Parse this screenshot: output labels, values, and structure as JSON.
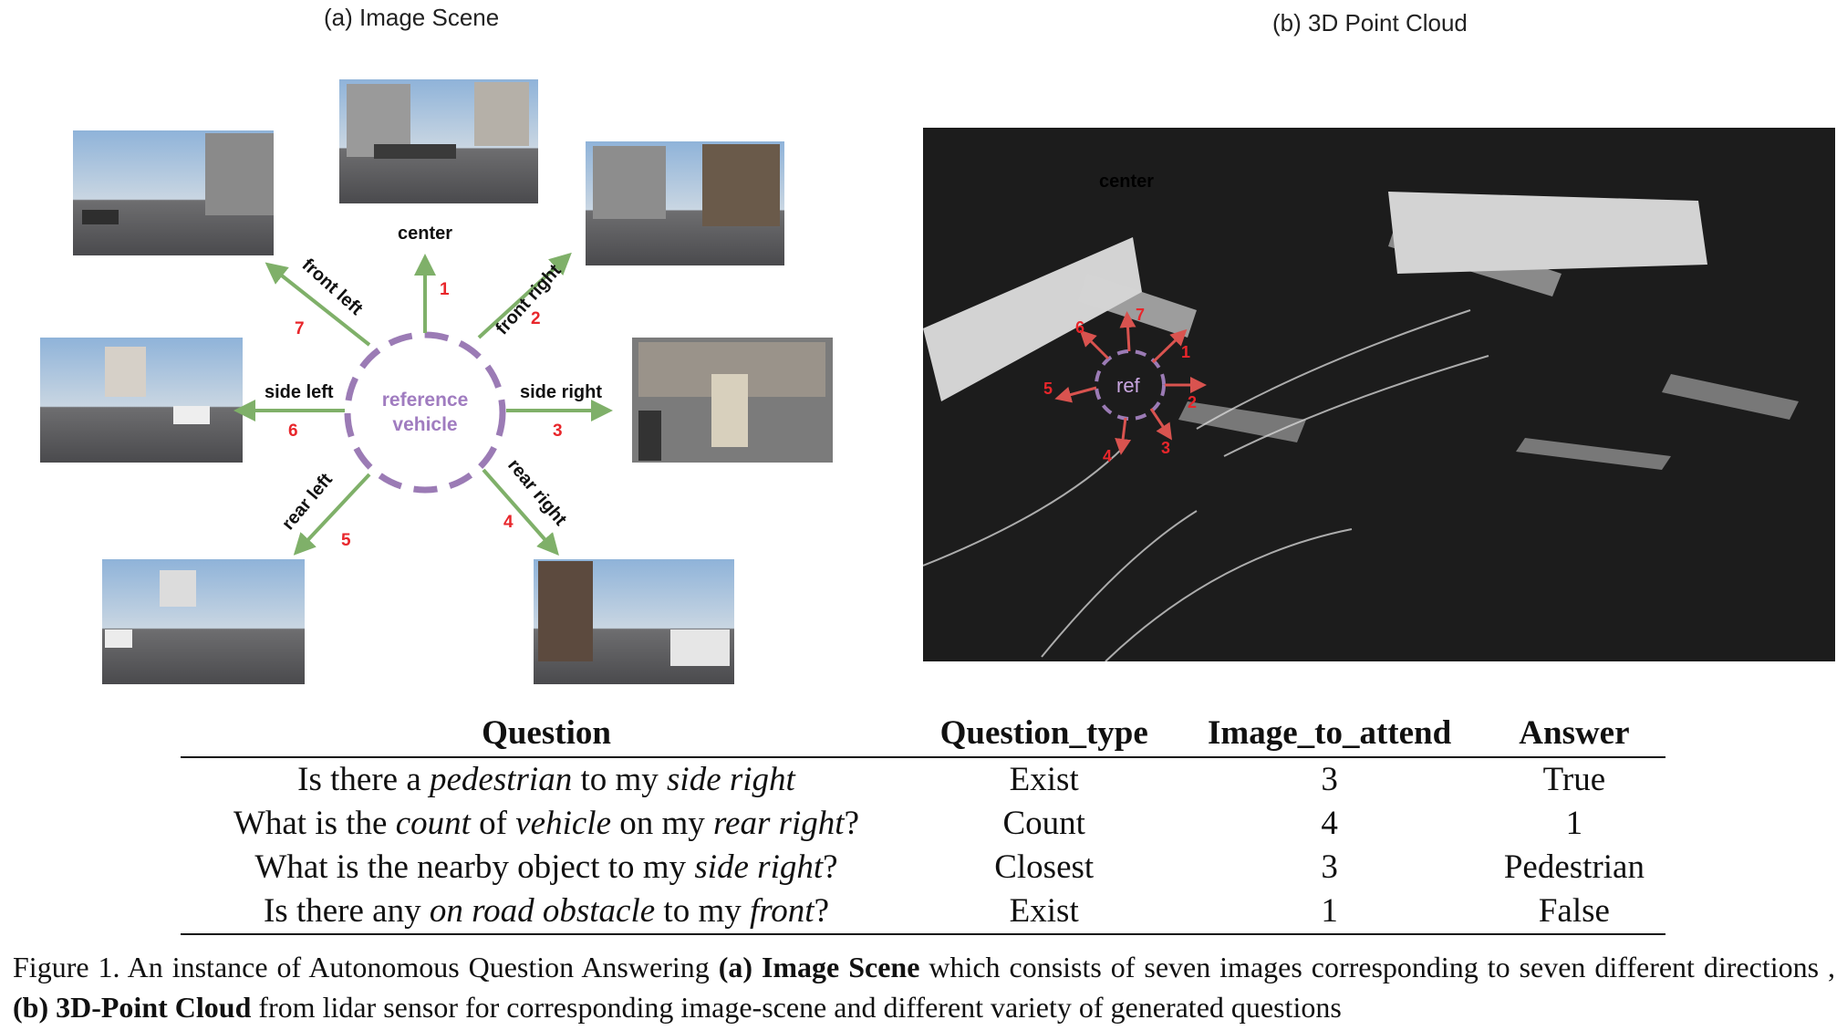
{
  "panel_a": {
    "title": "(a)  Image Scene",
    "center_label": [
      "reference",
      "vehicle"
    ],
    "directions": [
      {
        "label": "center",
        "num": "1"
      },
      {
        "label": "front right",
        "num": "2"
      },
      {
        "label": "side right",
        "num": "3"
      },
      {
        "label": "rear right",
        "num": "4"
      },
      {
        "label": "rear left",
        "num": "5"
      },
      {
        "label": "side left",
        "num": "6"
      },
      {
        "label": "front left",
        "num": "7"
      }
    ]
  },
  "panel_b": {
    "title": "(b) 3D Point Cloud",
    "ref_label": "ref",
    "center_tag": "center",
    "numbers": [
      "1",
      "2",
      "3",
      "4",
      "5",
      "6",
      "7"
    ]
  },
  "table": {
    "headers": [
      "Question",
      "Question_type",
      "Image_to_attend",
      "Answer"
    ],
    "rows": [
      {
        "q_parts": [
          [
            "Is there a ",
            false
          ],
          [
            "pedestrian",
            true
          ],
          [
            " to my ",
            false
          ],
          [
            "side right",
            true
          ]
        ],
        "type": "Exist",
        "image": "3",
        "answer": "True"
      },
      {
        "q_parts": [
          [
            "What is the ",
            false
          ],
          [
            "count",
            true
          ],
          [
            " of ",
            false
          ],
          [
            "vehicle",
            true
          ],
          [
            " on my ",
            false
          ],
          [
            "rear right",
            true
          ],
          [
            "?",
            false
          ]
        ],
        "type": "Count",
        "image": "4",
        "answer": "1"
      },
      {
        "q_parts": [
          [
            "What is the nearby object to my ",
            false
          ],
          [
            "side right",
            true
          ],
          [
            "?",
            false
          ]
        ],
        "type": "Closest",
        "image": "3",
        "answer": "Pedestrian"
      },
      {
        "q_parts": [
          [
            "Is there any ",
            false
          ],
          [
            "on road obstacle",
            true
          ],
          [
            " to my ",
            false
          ],
          [
            "front",
            true
          ],
          [
            "?",
            false
          ]
        ],
        "type": "Exist",
        "image": "1",
        "answer": "False"
      }
    ]
  },
  "caption": {
    "prefix": "Figure 1. An instance of Autonomous Question Answering ",
    "bold_a": "(a) Image Scene",
    "mid": " which consists of seven images corresponding to seven different directions , ",
    "bold_b": "(b) 3D-Point Cloud",
    "suffix": "  from lidar sensor for corresponding image-scene and different variety of generated questions"
  },
  "colors": {
    "arrow_green": "#7fb069",
    "dash_purple": "#9b7bb5",
    "label_purple": "#a07cc0",
    "number_red": "#e8262b",
    "cloud_arrow": "#d9534f"
  }
}
